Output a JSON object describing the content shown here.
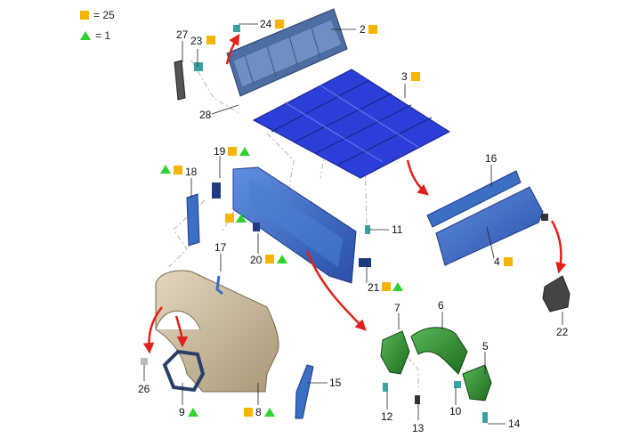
{
  "colors": {
    "square": "#f5b400",
    "triangle": "#2fd12f",
    "blue": "#2b3fd8",
    "steelblue": "#3a6fc4",
    "tan": "#c9b99a",
    "green": "#2f8f2f",
    "arrow": "#e0201a"
  },
  "legend": [
    {
      "symbol": "square",
      "text": "= 25"
    },
    {
      "symbol": "triangle",
      "text": "= 1"
    }
  ],
  "callouts": [
    {
      "id": "2",
      "text": "2"
    },
    {
      "id": "3",
      "text": "3"
    },
    {
      "id": "4",
      "text": "4"
    },
    {
      "id": "5",
      "text": "5"
    },
    {
      "id": "6",
      "text": "6"
    },
    {
      "id": "7",
      "text": "7"
    },
    {
      "id": "8",
      "text": "8"
    },
    {
      "id": "9",
      "text": "9"
    },
    {
      "id": "10",
      "text": "10"
    },
    {
      "id": "11",
      "text": "11"
    },
    {
      "id": "12",
      "text": "12"
    },
    {
      "id": "13",
      "text": "13"
    },
    {
      "id": "14",
      "text": "14"
    },
    {
      "id": "15",
      "text": "15"
    },
    {
      "id": "16",
      "text": "16"
    },
    {
      "id": "17",
      "text": "17"
    },
    {
      "id": "18",
      "text": "18"
    },
    {
      "id": "19",
      "text": "19"
    },
    {
      "id": "20",
      "text": "20"
    },
    {
      "id": "21",
      "text": "21"
    },
    {
      "id": "22",
      "text": "22"
    },
    {
      "id": "23",
      "text": "23"
    },
    {
      "id": "24",
      "text": "24"
    },
    {
      "id": "26",
      "text": "26"
    },
    {
      "id": "27",
      "text": "27"
    },
    {
      "id": "28",
      "text": "28"
    }
  ]
}
